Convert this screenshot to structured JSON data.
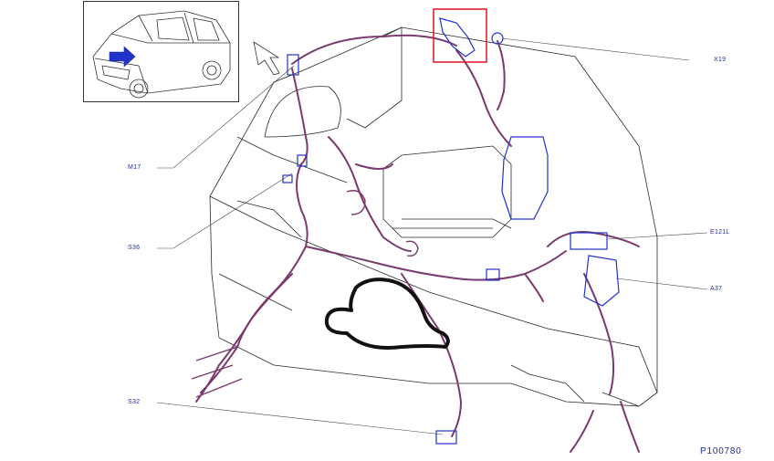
{
  "callouts": {
    "x19": "X19",
    "m17": "M17",
    "s36": "S36",
    "e121l": "E121L",
    "a37": "A37",
    "s32": "S32"
  },
  "figure_number": "P100780",
  "colors": {
    "outline": "#2a2a2a",
    "harness": "#7a3a6e",
    "connector": "#2233cc",
    "callout_text": "#1f2f9a",
    "highlight_box": "#e0141e",
    "gasket": "#111111"
  },
  "icons": {
    "vehicle_locator": "car-icon",
    "direction_arrow": "arrow-right-icon"
  }
}
